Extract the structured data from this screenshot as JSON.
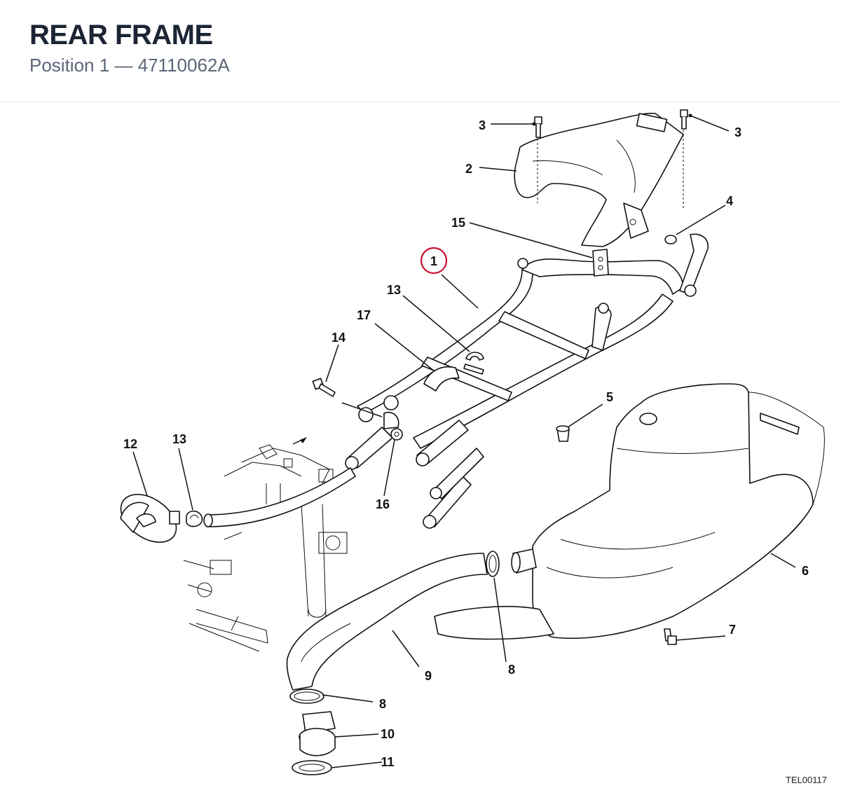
{
  "header": {
    "title": "REAR FRAME",
    "subtitle": "Position 1 — 47110062A"
  },
  "diagram_ref": "TEL00117",
  "highlight_color": "#c8102e",
  "callouts": [
    "1",
    "2",
    "3",
    "3",
    "4",
    "5",
    "6",
    "7",
    "8",
    "8",
    "9",
    "10",
    "11",
    "12",
    "13",
    "13",
    "14",
    "15",
    "16",
    "17"
  ]
}
